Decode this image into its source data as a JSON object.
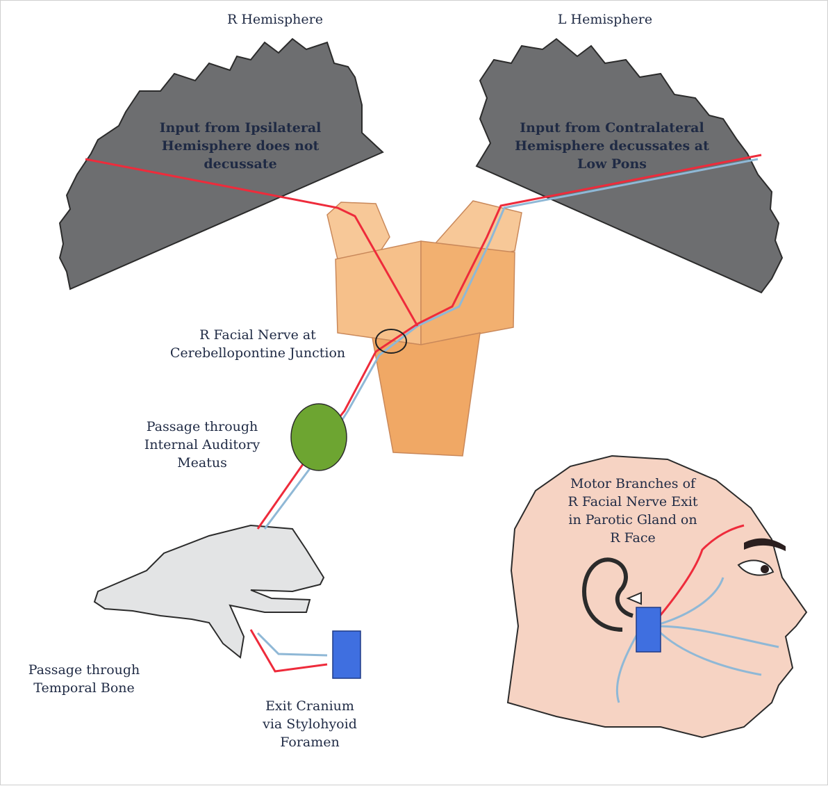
{
  "labels": {
    "r_hemisphere": "R Hemisphere",
    "l_hemisphere": "L Hemisphere",
    "ipsilateral": [
      "Input from Ipsilateral",
      "Hemisphere does not",
      "decussate"
    ],
    "contralateral": [
      "Input from Contralateral",
      "Hemisphere decussates at",
      "Low Pons"
    ],
    "cp_junction": [
      "R Facial Nerve at",
      "Cerebellopontine Junction"
    ],
    "internal_auditory": [
      "Passage through",
      "Internal Auditory",
      "Meatus"
    ],
    "temporal_bone": [
      "Passage through",
      "Temporal Bone"
    ],
    "stylohyoid": [
      "Exit Cranium",
      "via Stylohyoid",
      "Foramen"
    ],
    "motor_branches": [
      "Motor Branches of",
      "R Facial Nerve Exit",
      "in Parotic Gland on",
      "R Face"
    ]
  },
  "colors": {
    "hemisphere": "#6d6e70",
    "brainstem": "#f5bf86",
    "brainstem_dark": "#f0a865",
    "nerve_red": "#ee2b3b",
    "nerve_blue": "#8fb8d6",
    "meatus_green": "#6da531",
    "foramen_blue": "#3f6fe0",
    "skin": "#f6d3c3",
    "bone": "#e3e4e5"
  }
}
